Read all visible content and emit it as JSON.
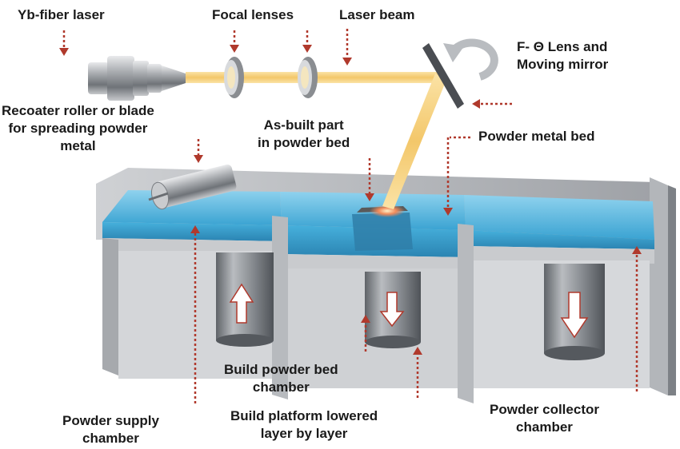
{
  "labels": {
    "laser": [
      "Yb-fiber laser"
    ],
    "focal": [
      "Focal lenses"
    ],
    "beam": [
      "Laser beam"
    ],
    "ftheta": [
      "F- Θ Lens and",
      "Moving mirror"
    ],
    "recoater": [
      "Recoater roller or blade",
      "for spreading powder",
      "metal"
    ],
    "asbuilt": [
      "As-built part",
      "in powder bed"
    ],
    "powderbed": [
      "Powder metal bed"
    ],
    "buildbed": [
      "Build powder bed",
      "chamber"
    ],
    "supply": [
      "Powder supply",
      "chamber"
    ],
    "platform": [
      "Build platform lowered",
      "layer by layer"
    ],
    "collector": [
      "Powder collector",
      "chamber"
    ]
  },
  "colors": {
    "beam": "#f5d48a",
    "powder": "#3fa9d6",
    "arrow": "#b0392c",
    "steel": "#8a8d91"
  }
}
